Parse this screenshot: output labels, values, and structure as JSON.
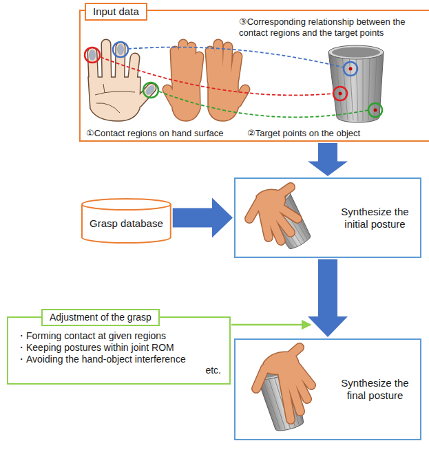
{
  "diagram": {
    "nodes": [
      {
        "text": [
          "Input data",
          "③Corresponding relationship between the contact regions and the target points",
          "①Contact regions on hand surface",
          "②Target points on the object"
        ]
      },
      {
        "text": [
          "Grasp database"
        ]
      },
      {
        "text": [
          "Synthesize the initial posture"
        ]
      },
      {
        "text": [
          "Adjustment of the grasp",
          "・Forming contact at given regions",
          "・Keeping postures within joint ROM",
          "・Avoiding the hand-object interference",
          "etc."
        ]
      },
      {
        "text": [
          "Synthesize the final posture"
        ]
      }
    ],
    "edges": [
      {
        "from": 0,
        "to": 2,
        "arrow": "to"
      },
      {
        "from": 1,
        "to": 2,
        "arrow": "to"
      },
      {
        "from": 2,
        "to": 4,
        "arrow": "to"
      }
    ]
  }
}
